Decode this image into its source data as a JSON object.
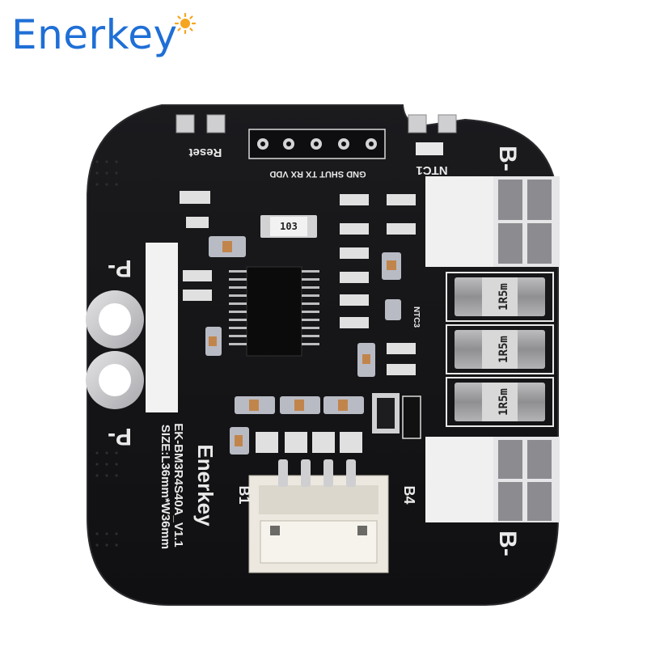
{
  "brand": {
    "name": "Enerkey",
    "accent_color": "#1f6fd6",
    "sun_color": "#f5a51e",
    "icon": "sun-icon"
  },
  "board": {
    "silkscreen": {
      "reset": "Reset",
      "header_pins": "GND SHUT TX RX VDD",
      "ntc1": "NTC1",
      "ntc3": "NTC3",
      "b_minus": "B-",
      "b_minus_bottom": "B-",
      "p_minus": "P-",
      "p_minus_bottom": "P-",
      "model": "EK-BM3R4S40A_V1.1",
      "size": "SIZE:L36mm*W36mm",
      "logo": "Enerkey",
      "b1": "B1",
      "b4": "B4"
    },
    "resistors": [
      "1R5m",
      "1R5m",
      "1R5m"
    ],
    "component_codes": {
      "chip_103": "103"
    },
    "colors": {
      "board": "#151517",
      "board_edge": "#2a2a2e",
      "silver": "#c9c9cc",
      "connector": "#ece8df"
    }
  }
}
